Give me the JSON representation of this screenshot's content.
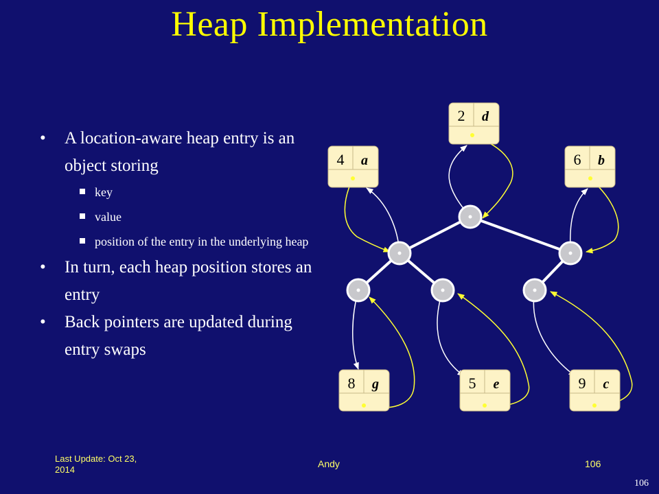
{
  "title": "Heap Implementation",
  "bullets": [
    {
      "text": "A location-aware heap entry is an object storing",
      "sub": [
        "key",
        "value",
        "position of the entry in the underlying heap"
      ]
    },
    {
      "text": "In turn, each heap position stores an entry",
      "sub": []
    },
    {
      "text": "Back pointers are updated during entry swaps",
      "sub": []
    }
  ],
  "entries": {
    "d": {
      "key": "2",
      "value": "d"
    },
    "a": {
      "key": "4",
      "value": "a"
    },
    "b": {
      "key": "6",
      "value": "b"
    },
    "g": {
      "key": "8",
      "value": "g"
    },
    "e": {
      "key": "5",
      "value": "e"
    },
    "c": {
      "key": "9",
      "value": "c"
    }
  },
  "footer": {
    "last_update_line1": "Last Update: Oct 23,",
    "last_update_line2": "2014",
    "author": "Andy",
    "page": "106",
    "slide_number": "106"
  },
  "colors": {
    "background": "#10106e",
    "title": "#ffff00",
    "entry_fill": "#fdf3c6",
    "back_pointer": "#ffff33"
  }
}
